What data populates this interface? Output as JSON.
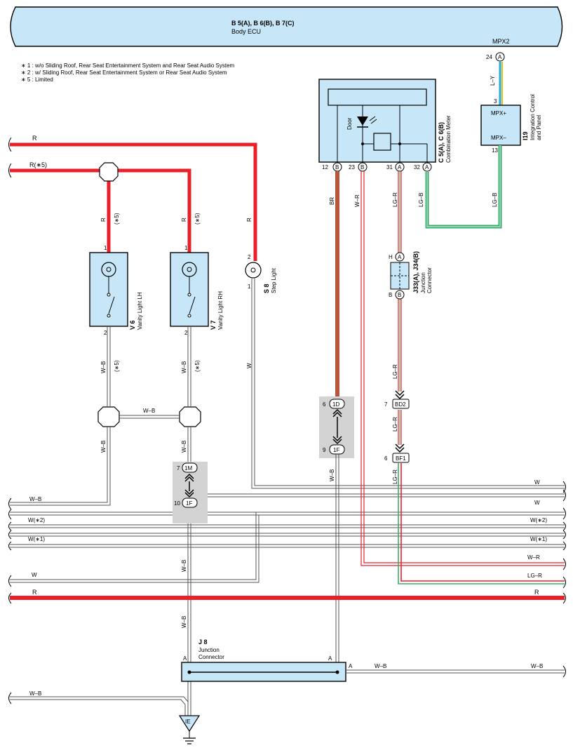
{
  "ecu": {
    "id_label": "B 5(A), B 6(B), B 7(C)",
    "name": "Body ECU",
    "mpx2_label": "MPX2",
    "mpx2_pin": "24",
    "mpx2_conn": "A"
  },
  "notes": [
    "∗ 1 : w/o Sliding Roof,  Rear Seat Entertainment System and Rear Seat Audio System",
    "∗ 2 : w/ Sliding Roof,  Rear Seat Entertainment System or Rear Seat Audio System",
    "∗ 5 : Limited"
  ],
  "meter": {
    "id_label": "C 5(A), C 6(B)",
    "name": "Combination Meter",
    "door_label": "Door",
    "pins": [
      {
        "num": "12",
        "conn": "B"
      },
      {
        "num": "23",
        "conn": "B"
      },
      {
        "num": "31",
        "conn": "A"
      },
      {
        "num": "32",
        "conn": "A"
      }
    ]
  },
  "integration": {
    "id_label": "I19",
    "name_line1": "Integration Control",
    "name_line2": "and Panel",
    "mpx_plus": "MPX+",
    "mpx_minus": "MPX–",
    "pin_top": "3",
    "pin_bottom": "13",
    "wire_top": "L–Y",
    "wire_bottom": "LG–B"
  },
  "vanity_lh": {
    "id_label": "V 6",
    "name": "Vanity Light LH",
    "pin_top": "1",
    "pin_bottom": "2"
  },
  "vanity_rh": {
    "id_label": "V 7",
    "name": "Vanity Light RH",
    "pin_top": "1",
    "pin_bottom": "2"
  },
  "step_light": {
    "id_label": "S 8",
    "name": "Step Light",
    "pin_top": "2",
    "pin_bottom": "1"
  },
  "junction_j33": {
    "id_label": "J33(A), J34(B)",
    "name_line1": "Junction",
    "name_line2": "Connector",
    "pin_top": "H",
    "conn_top": "A",
    "pin_bottom": "B",
    "conn_bottom": "B"
  },
  "junction_j8": {
    "id_label": "J 8",
    "name_line1": "Junction",
    "name_line2": "Connector",
    "pin": "A"
  },
  "connectors": {
    "c1d": {
      "pin": "6",
      "label": "1D"
    },
    "c1f_step": {
      "pin": "9",
      "label": "1F"
    },
    "c1m": {
      "pin": "7",
      "label": "1M"
    },
    "c1f_vanity": {
      "pin": "10",
      "label": "1F"
    },
    "bd2": {
      "pin": "7",
      "label": "BD2"
    },
    "bf1": {
      "pin": "6",
      "label": "BF1"
    }
  },
  "ground": {
    "label": "IE"
  },
  "wires": {
    "r": "R",
    "r5": "R(∗5)",
    "note5": "(∗5)",
    "w": "W",
    "wb": "W–B",
    "br": "BR",
    "wr": "W–R",
    "lgr": "LG–R",
    "lgb": "LG–B",
    "w2": "W(∗2)",
    "w1": "W(∗1)"
  },
  "colors": {
    "red_wire": "#e8202a",
    "brown_wire": "#b5583a",
    "component_fill": "#c7e6f7",
    "connector_shade": "#d3d3d3",
    "green_wire": "#3cab6e",
    "blue_wire": "#2aa7de",
    "yellow_wire": "#d9c41a"
  }
}
